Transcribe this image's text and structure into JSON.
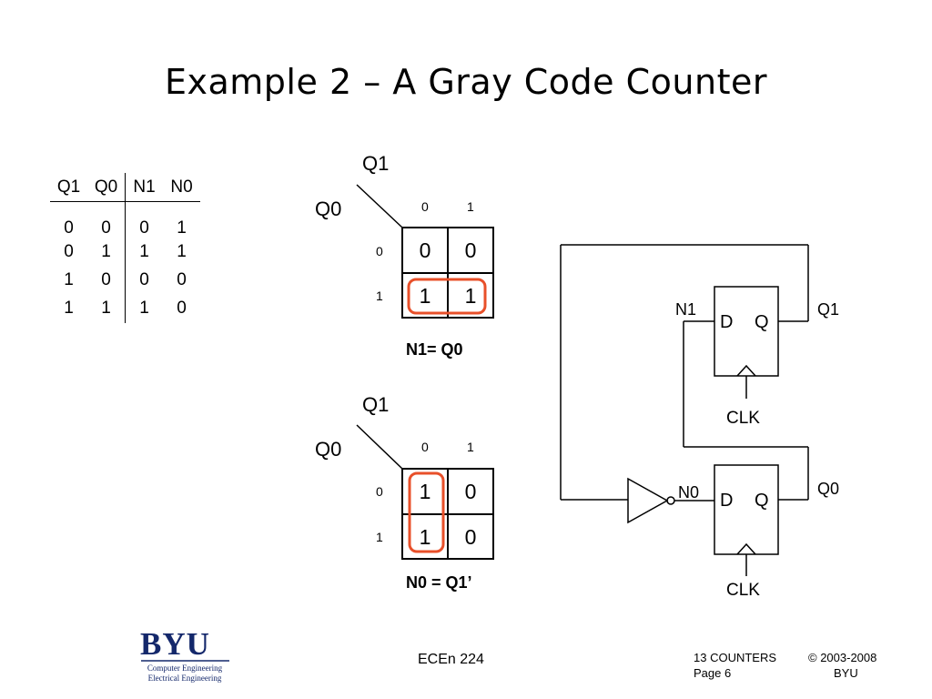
{
  "slide": {
    "title": "Example 2 – A Gray Code Counter"
  },
  "truth_table": {
    "headers": [
      "Q1",
      "Q0",
      "N1",
      "N0"
    ],
    "rows": [
      [
        "0",
        "0",
        "0",
        "1"
      ],
      [
        "0",
        "1",
        "1",
        "1"
      ],
      [
        "1",
        "0",
        "0",
        "0"
      ],
      [
        "1",
        "1",
        "1",
        "0"
      ]
    ]
  },
  "kmap_n1": {
    "col_var": "Q1",
    "row_var": "Q0",
    "col_labels": [
      "0",
      "1"
    ],
    "row_labels": [
      "0",
      "1"
    ],
    "cells": [
      [
        "0",
        "0"
      ],
      [
        "1",
        "1"
      ]
    ],
    "equation": "N1= Q0"
  },
  "kmap_n0": {
    "col_var": "Q1",
    "row_var": "Q0",
    "col_labels": [
      "0",
      "1"
    ],
    "row_labels": [
      "0",
      "1"
    ],
    "cells": [
      [
        "1",
        "0"
      ],
      [
        "1",
        "0"
      ]
    ],
    "equation": "N0 = Q1’"
  },
  "circuit": {
    "ff_top": {
      "d_label": "D",
      "q_label": "Q",
      "input_net": "N1",
      "output_net": "Q1",
      "clock": "CLK"
    },
    "ff_bottom": {
      "d_label": "D",
      "q_label": "Q",
      "input_net": "N0",
      "output_net": "Q0",
      "clock": "CLK"
    }
  },
  "footer": {
    "logo_text": "BYU",
    "logo_line1": "Computer Engineering",
    "logo_line2": "Electrical Engineering",
    "course": "ECEn 224",
    "lecture": "13 COUNTERS",
    "page": "Page 6",
    "copyright": "© 2003-2008",
    "org": "BYU"
  },
  "colors": {
    "group_outline": "#e8502a",
    "logo": "#14286b"
  }
}
